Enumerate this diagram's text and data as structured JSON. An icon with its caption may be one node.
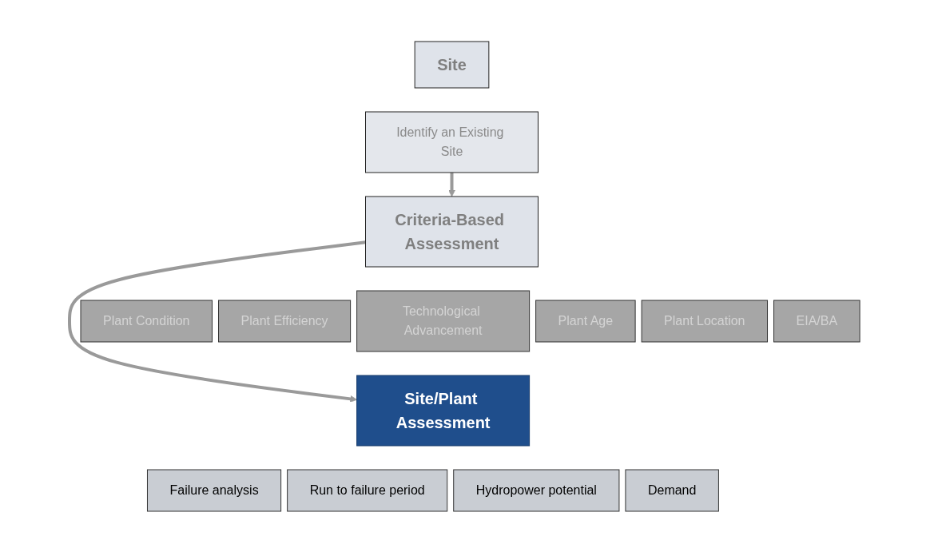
{
  "diagram": {
    "nodes": [
      {
        "text": [
          "Site"
        ]
      },
      {
        "text": [
          "Identify an Existing Site"
        ]
      },
      {
        "text": [
          "Criteria-Based Assessment"
        ]
      },
      {
        "text": [
          "Plant Condition"
        ]
      },
      {
        "text": [
          "Plant Efficiency"
        ]
      },
      {
        "text": [
          "Technological Advancement"
        ]
      },
      {
        "text": [
          "Plant Age"
        ]
      },
      {
        "text": [
          "Plant Location"
        ]
      },
      {
        "text": [
          "EIA/BA"
        ]
      },
      {
        "text": [
          "Site/Plant Assessment"
        ]
      },
      {
        "text": [
          "Failure analysis"
        ]
      },
      {
        "text": [
          "Run to failure period"
        ]
      },
      {
        "text": [
          "Hydropower potential"
        ]
      },
      {
        "text": [
          "Demand"
        ]
      }
    ],
    "edges": [
      {
        "from": 1,
        "to": 2,
        "arrow": "to"
      },
      {
        "from": 2,
        "to": 9,
        "arrow": "to"
      }
    ]
  }
}
